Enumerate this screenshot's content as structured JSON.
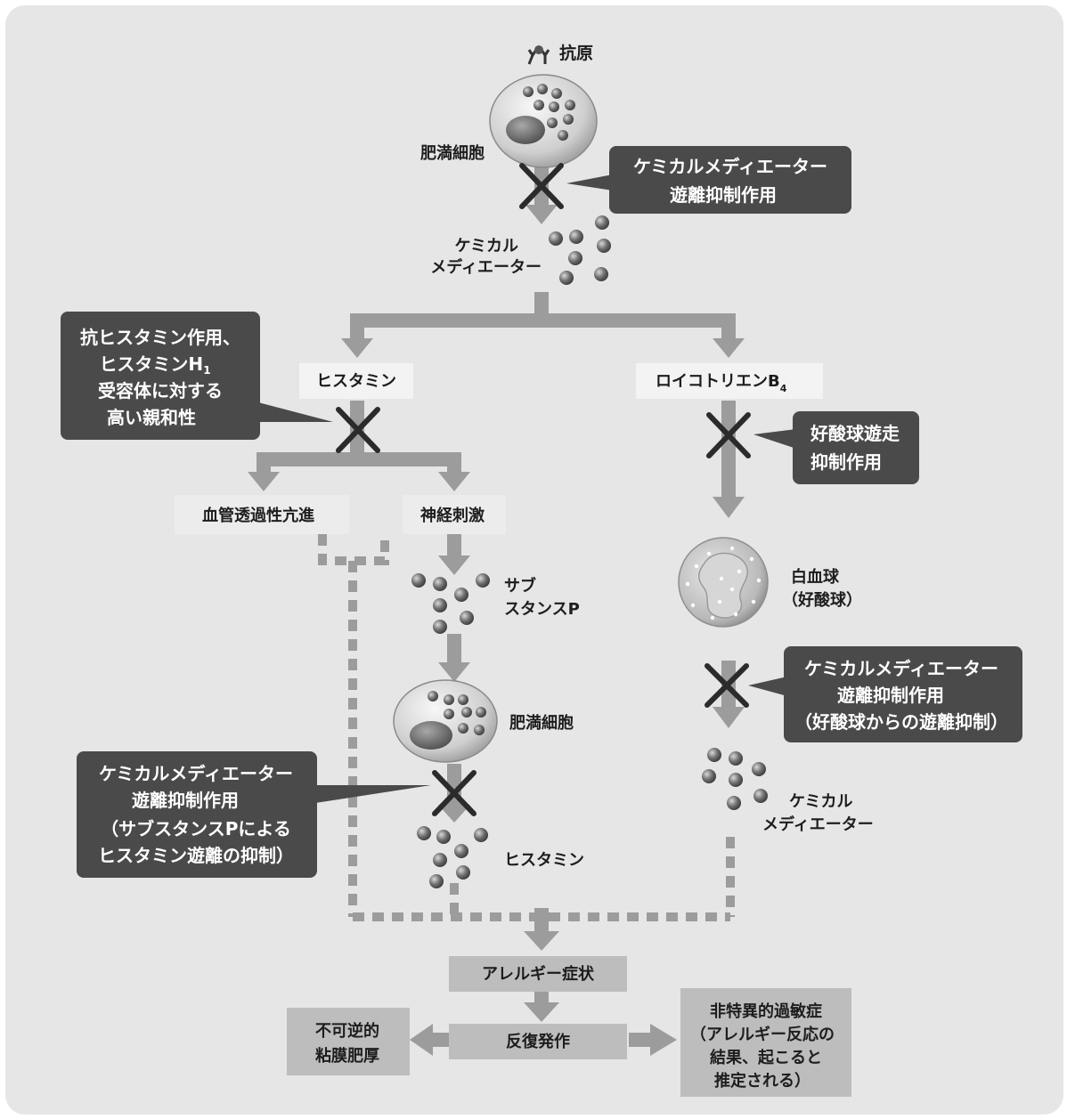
{
  "antigen_label": "抗原",
  "mast_cell_top_label": "肥満細胞",
  "chem_mediator_top_label": [
    "ケミカル",
    "メディエーター"
  ],
  "callout_top": [
    "ケミカルメディエーター",
    "遊離抑制作用"
  ],
  "histamine_label": "ヒスタミン",
  "leukotriene_label": "ロイコトリエンB",
  "leukotriene_subscript": "4",
  "callout_antihistamine": [
    "抗ヒスタミン作用、",
    "ヒスタミンH",
    "受容体に対する",
    "高い親和性"
  ],
  "h1_subscript": "1",
  "callout_eosinophil": [
    "好酸球遊走",
    "抑制作用"
  ],
  "vascular_label": "血管透過性亢進",
  "nerve_label": "神経刺激",
  "substance_p_label": [
    "サブ",
    "スタンスP"
  ],
  "white_cell_label": [
    "白血球",
    "（好酸球）"
  ],
  "callout_right_mid": [
    "ケミカルメディエーター",
    "遊離抑制作用",
    "（好酸球からの遊離抑制）"
  ],
  "mast_cell_mid_label": "肥満細胞",
  "chem_mediator_right_label": [
    "ケミカル",
    "メディエーター"
  ],
  "callout_left_bottom": [
    "ケミカルメディエーター",
    "遊離抑制作用",
    "（サブスタンスPによる",
    "ヒスタミン遊離の抑制）"
  ],
  "histamine_bottom_label": "ヒスタミン",
  "allergy_symptoms_label": "アレルギー症状",
  "recurrent_label": "反復発作",
  "irreversible_label": [
    "不可逆的",
    "粘膜肥厚"
  ],
  "nonspecific_label": [
    "非特異的過敏症",
    "（アレルギー反応の",
    "結果、起こると",
    "推定される）"
  ],
  "colors": {
    "panel": "#e6e6e6",
    "arrow": "#9c9c9c",
    "callout": "#4a4a4a",
    "label_box": "#f3f3f3",
    "bottom_box": "#bdbdbd",
    "cross": "#2b2b2b"
  }
}
